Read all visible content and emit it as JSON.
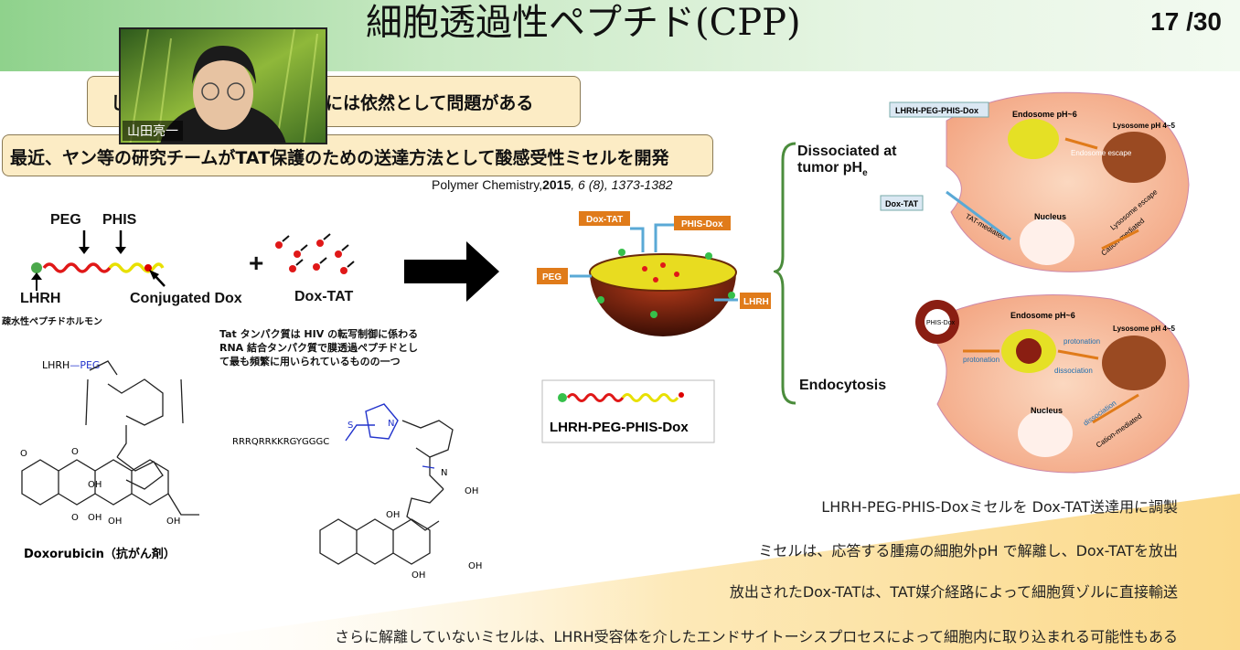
{
  "header": {
    "title": "細胞透過性ペプチド(CPP)",
    "page_number": "17 /30"
  },
  "callouts": {
    "problem_left": "し",
    "problem_text": "には依然として問題がある",
    "research": "最近、ヤン等の研究チームがTAT保護のための送達方法として酸感受性ミセルを開発"
  },
  "citation": {
    "journal": "Polymer Chemistry,",
    "year": "2015",
    "details": ", 6 (8), 1373-1382"
  },
  "webcam": {
    "name": "山田亮一"
  },
  "left_diagram": {
    "peg": "PEG",
    "phis": "PHIS",
    "lhrh": "LHRH",
    "conjugated_dox": "Conjugated Dox",
    "plus": "+",
    "dox_tat": "Dox-TAT",
    "lhrh_note": "疎水性ペプチドホルモン",
    "tat_note_1": "Tat タンパク質は HIV の転写制御に係わる",
    "tat_note_2": "RNA 結合タンパク質で膜透過ペプチドとし",
    "tat_note_3": "て最も頻繁に用いられているものの一つ",
    "struct1_top": "LHRH",
    "struct1_peg": "PEG",
    "struct1_label": "Doxorubicin（抗がん剤）",
    "struct2_seq": "RRRQRRKKRGYGGGC"
  },
  "micelle": {
    "dox_tat": "Dox-TAT",
    "phis_dox": "PHIS-Dox",
    "peg": "PEG",
    "lhrh": "LHRH",
    "caption": "LHRH-PEG-PHIS-Dox"
  },
  "pathway": {
    "label_top": "LHRH-PEG-PHIS-Dox",
    "dissociated": "Dissociated at",
    "tumor_ph": "tumor pH",
    "tumor_ph_sub": "e",
    "endocytosis": "Endocytosis",
    "dox_tat_tag": "Dox-TAT",
    "endosome_ph": "Endosome pH~6",
    "lysosome_ph": "Lysosome pH 4~5",
    "endosome_escape": "Endosome escape",
    "nucleus": "Nucleus",
    "tat_mediated": "TAT-mediated",
    "lysosome_escape": "Lysosome escape",
    "cation_mediated": "Cation-mediated",
    "protonation": "protonation",
    "dissociation": "dissociation",
    "phis_dox": "PHIS-Dox"
  },
  "bottom_lines": [
    "LHRH-PEG-PHIS-Doxミセルを Dox-TAT送達用に調製",
    "ミセルは、応答する腫瘍の細胞外pH で解離し、Dox-TATを放出",
    "放出されたDox-TATは、TAT媒介経路によって細胞質ゾルに直接輸送",
    "さらに解離していないミセルは、LHRH受容体を介したエンドサイトーシスプロセスによって細胞内に取り込まれる可能性もある"
  ],
  "colors": {
    "header_green": "#8fd28c",
    "callout_fill": "#fcecc5",
    "bottom_triangle": "#fbe2a6",
    "peg_red": "#e01818",
    "phis_yellow": "#e8e000"
  }
}
